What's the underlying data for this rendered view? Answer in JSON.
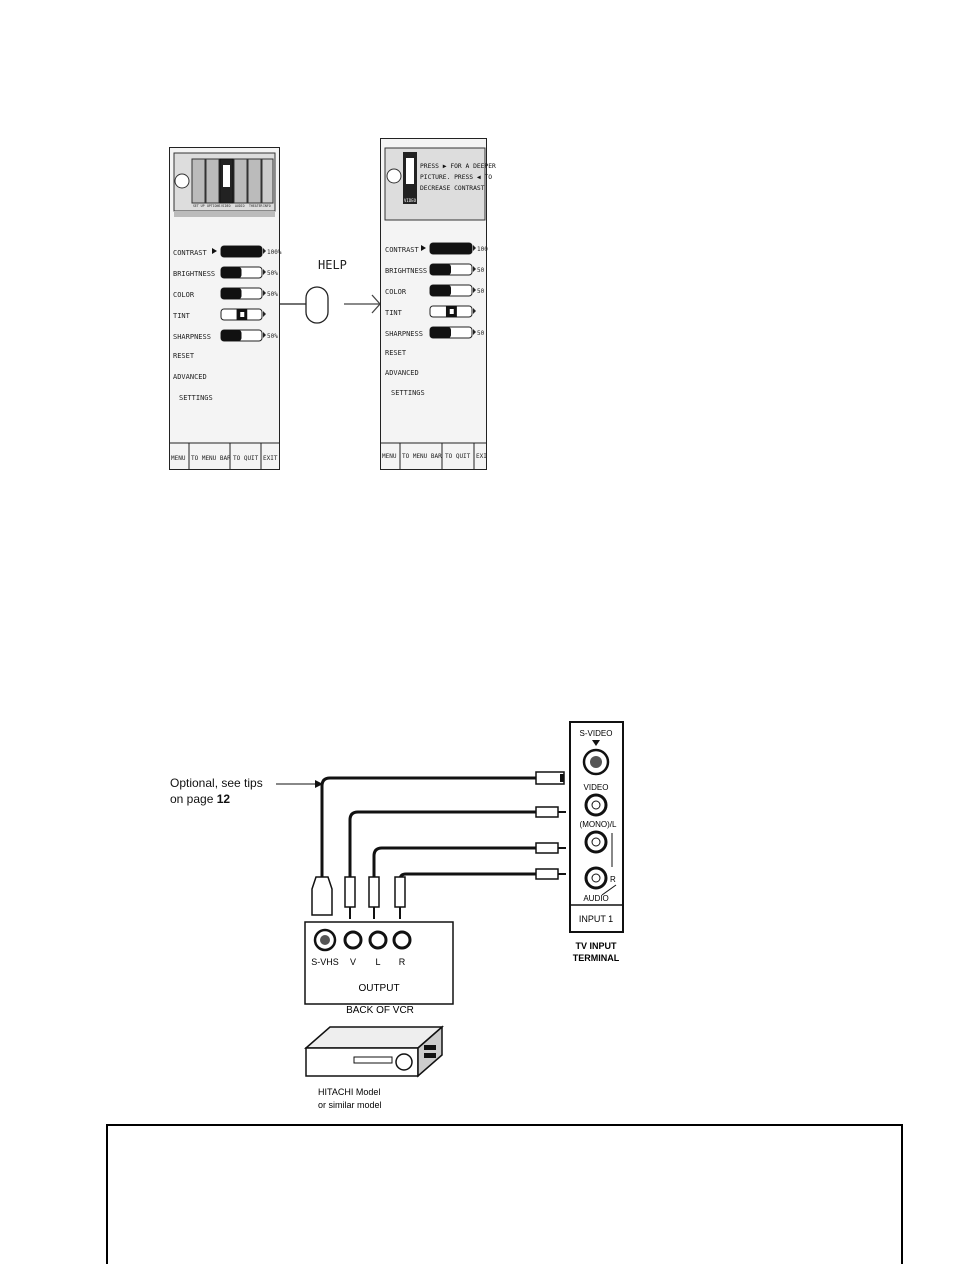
{
  "menu_left": {
    "tabs": [
      "SET UP",
      "OPTIONS",
      "VIDEO",
      "AUDIO",
      "THEATER",
      "INFO"
    ],
    "rows": [
      {
        "label": "CONTRAST",
        "value": "100%",
        "fill": 1.0
      },
      {
        "label": "BRIGHTNESS",
        "value": "50%",
        "fill": 0.5
      },
      {
        "label": "COLOR",
        "value": "50%",
        "fill": 0.5
      },
      {
        "label": "TINT",
        "value": "",
        "fill": 0.5
      },
      {
        "label": "SHARPNESS",
        "value": "50%",
        "fill": 0.5
      }
    ],
    "extra_items": [
      "RESET",
      "ADVANCED",
      "SETTINGS"
    ],
    "footer": [
      "MENU",
      "TO MENU BAR",
      "TO QUIT",
      "EXIT"
    ]
  },
  "help_button": {
    "label": "HELP"
  },
  "menu_right": {
    "tab": "VIDEO",
    "help_lines": [
      "PRESS ▶ FOR A DEEPER",
      "PICTURE. PRESS ◀ TO",
      "DECREASE CONTRAST"
    ],
    "rows": [
      {
        "label": "CONTRAST",
        "value": "100",
        "fill": 1.0
      },
      {
        "label": "BRIGHTNESS",
        "value": "50",
        "fill": 0.5
      },
      {
        "label": "COLOR",
        "value": "50",
        "fill": 0.5
      },
      {
        "label": "TINT",
        "value": "",
        "fill": 0.5
      },
      {
        "label": "SHARPNESS",
        "value": "50",
        "fill": 0.5
      }
    ],
    "extra_items": [
      "RESET",
      "ADVANCED",
      "SETTINGS"
    ],
    "footer": [
      "MENU",
      "TO MENU BAR",
      "TO QUIT",
      "EXI"
    ]
  },
  "wiring": {
    "note_line1": "Optional, see tips",
    "note_line2_prefix": "on page ",
    "note_page": "12",
    "tv_panel": {
      "svideo": "S-VIDEO",
      "video": "VIDEO",
      "mono_l": "(MONO)/L",
      "r": "R",
      "audio": "AUDIO",
      "input": "INPUT 1"
    },
    "tv_caption_line1": "TV INPUT",
    "tv_caption_line2": "TERMINAL",
    "vcr_jacks": [
      "S-VHS",
      "V",
      "L",
      "R"
    ],
    "vcr_output": "OUTPUT",
    "vcr_caption": "BACK OF VCR",
    "model_line1": "HITACHI Model",
    "model_line2": "or similar model"
  }
}
